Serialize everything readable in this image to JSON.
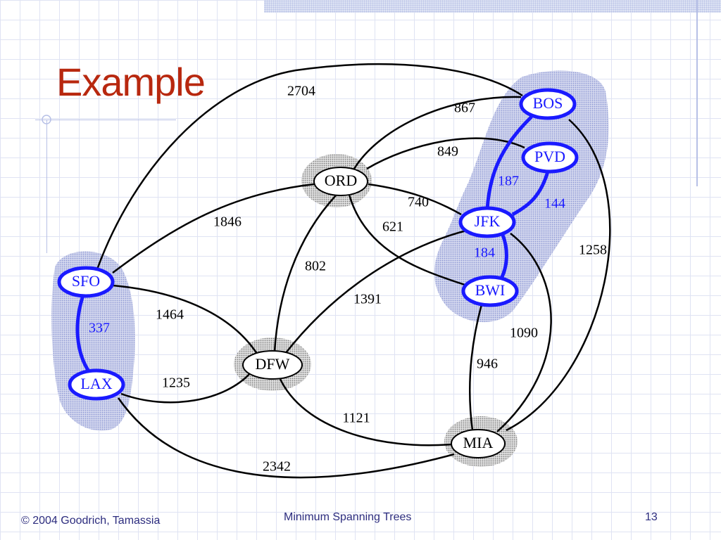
{
  "title": "Example",
  "colors": {
    "title": "#b8280f",
    "mst": "#1a1aff",
    "edge": "#000000",
    "cloud": "#c8cde9",
    "grey_cloud": "#9a9a9a",
    "footer": "#2c2c7e"
  },
  "footer": {
    "left": "© 2004 Goodrich, Tamassia",
    "center": "Minimum Spanning Trees",
    "right": "13"
  },
  "vertices": [
    {
      "id": "BOS",
      "label": "BOS",
      "in_mst": true
    },
    {
      "id": "PVD",
      "label": "PVD",
      "in_mst": true
    },
    {
      "id": "ORD",
      "label": "ORD",
      "in_mst": false
    },
    {
      "id": "JFK",
      "label": "JFK",
      "in_mst": true
    },
    {
      "id": "SFO",
      "label": "SFO",
      "in_mst": true
    },
    {
      "id": "BWI",
      "label": "BWI",
      "in_mst": true
    },
    {
      "id": "DFW",
      "label": "DFW",
      "in_mst": false
    },
    {
      "id": "LAX",
      "label": "LAX",
      "in_mst": true
    },
    {
      "id": "MIA",
      "label": "MIA",
      "in_mst": false
    }
  ],
  "edges": [
    {
      "from": "SFO",
      "to": "BOS",
      "weight": "2704",
      "in_mst": false
    },
    {
      "from": "ORD",
      "to": "BOS",
      "weight": "867",
      "in_mst": false
    },
    {
      "from": "ORD",
      "to": "PVD",
      "weight": "849",
      "in_mst": false
    },
    {
      "from": "BOS",
      "to": "JFK",
      "weight": "187",
      "in_mst": true
    },
    {
      "from": "PVD",
      "to": "JFK",
      "weight": "144",
      "in_mst": true
    },
    {
      "from": "ORD",
      "to": "JFK",
      "weight": "740",
      "in_mst": false
    },
    {
      "from": "ORD",
      "to": "BWI",
      "weight": "621",
      "in_mst": false
    },
    {
      "from": "SFO",
      "to": "ORD",
      "weight": "1846",
      "in_mst": false
    },
    {
      "from": "BOS",
      "to": "MIA",
      "weight": "1258",
      "in_mst": false
    },
    {
      "from": "JFK",
      "to": "BWI",
      "weight": "184",
      "in_mst": true
    },
    {
      "from": "ORD",
      "to": "DFW",
      "weight": "802",
      "in_mst": false
    },
    {
      "from": "DFW",
      "to": "JFK",
      "weight": "1391",
      "in_mst": false
    },
    {
      "from": "SFO",
      "to": "LAX",
      "weight": "337",
      "in_mst": true
    },
    {
      "from": "SFO",
      "to": "DFW",
      "weight": "1464",
      "in_mst": false
    },
    {
      "from": "JFK",
      "to": "MIA",
      "weight": "1090",
      "in_mst": false
    },
    {
      "from": "BWI",
      "to": "MIA",
      "weight": "946",
      "in_mst": false
    },
    {
      "from": "LAX",
      "to": "DFW",
      "weight": "1235",
      "in_mst": false
    },
    {
      "from": "DFW",
      "to": "MIA",
      "weight": "1121",
      "in_mst": false
    },
    {
      "from": "LAX",
      "to": "MIA",
      "weight": "2342",
      "in_mst": false
    }
  ]
}
